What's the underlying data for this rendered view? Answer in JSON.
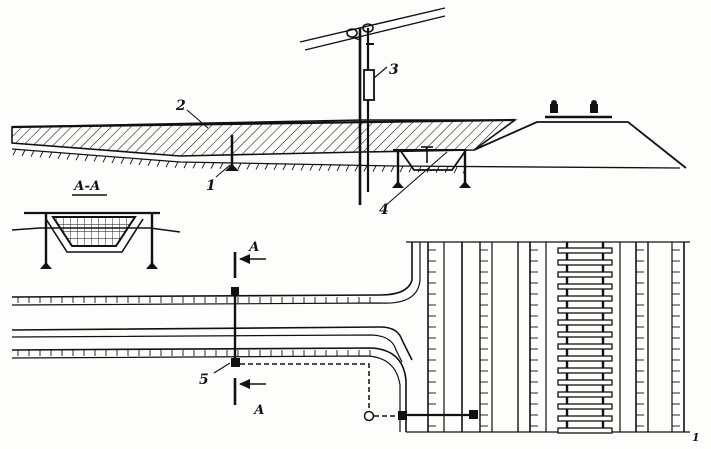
{
  "labels": {
    "n1": "1",
    "n2": "2",
    "n3": "3",
    "n4": "4",
    "n5": "5",
    "section_title": "А-А",
    "section_a_top": "А",
    "section_a_bottom": "А",
    "corner_mark": "1"
  },
  "colors": {
    "ink": "#111111",
    "paper": "#fdfdfb"
  }
}
